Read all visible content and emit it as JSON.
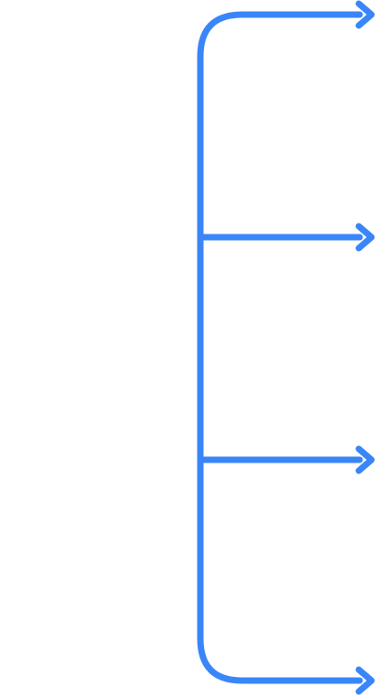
{
  "diagram": {
    "type": "branch-connector",
    "direction": "left-to-right",
    "input_line": {
      "count": 1,
      "style": "gradient-fade-in"
    },
    "branches": {
      "count": 4,
      "arrowhead": "chevron"
    },
    "colors": {
      "stroke": "#3A86F8",
      "gradient_start": "#FFFFFF",
      "gradient_end": "#3A86F8",
      "background": "#FFFFFF"
    }
  }
}
